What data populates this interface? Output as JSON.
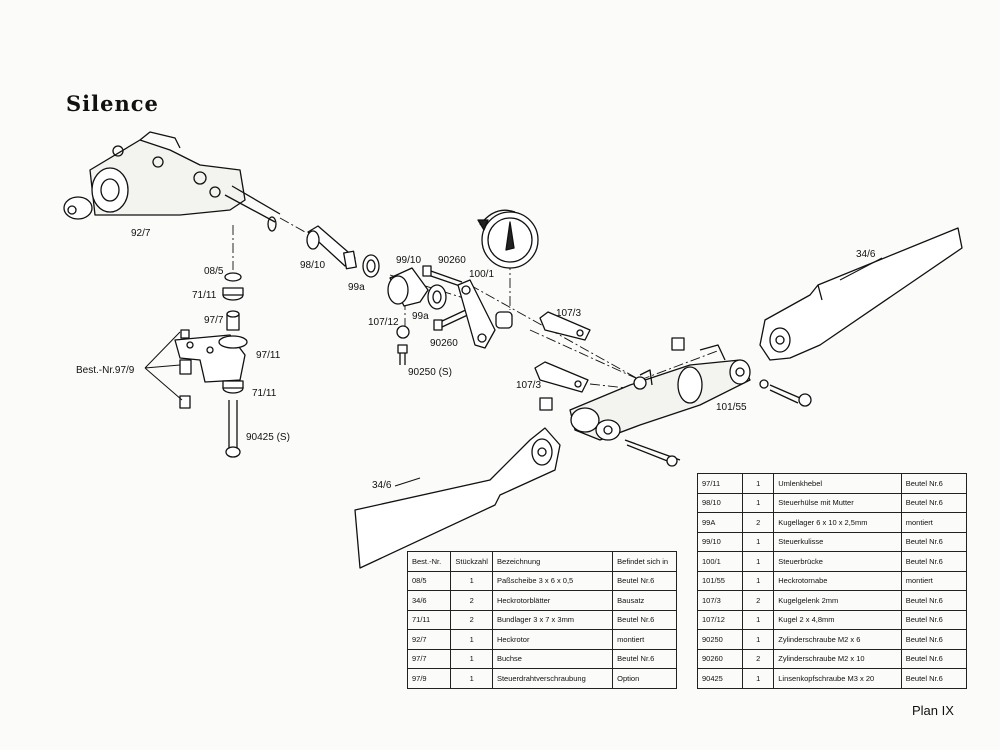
{
  "title": "Silence",
  "plan_label": "Plan IX",
  "labels": {
    "l_92_7": "92/7",
    "l_98_10": "98/10",
    "l_08_5": "08/5",
    "l_71_11a": "71/11",
    "l_97_7": "97/7",
    "l_97_11": "97/11",
    "l_71_11b": "71/11",
    "l_bestnr": "Best.-Nr.97/9",
    "l_90425": "90425 (S)",
    "l_99a_1": "99a",
    "l_99_10": "99/10",
    "l_90260a": "90260",
    "l_100_1": "100/1",
    "l_107_12": "107/12",
    "l_99a_2": "99a",
    "l_90260b": "90260",
    "l_90250": "90250 (S)",
    "l_107_3a": "107/3",
    "l_107_3b": "107/3",
    "l_34_6a": "34/6",
    "l_34_6b": "34/6",
    "l_101_55": "101/55"
  },
  "table_left": {
    "headers": [
      "Best.-Nr.",
      "Stückzahl",
      "Bezeichnung",
      "Befindet sich in"
    ],
    "rows": [
      [
        "08/5",
        "1",
        "Paßscheibe 3 x 6 x 0,5",
        "Beutel Nr.6"
      ],
      [
        "34/6",
        "2",
        "Heckrotorblätter",
        "Bausatz"
      ],
      [
        "71/11",
        "2",
        "Bundlager 3 x 7 x 3mm",
        "Beutel Nr.6"
      ],
      [
        "92/7",
        "1",
        "Heckrotor",
        "montiert"
      ],
      [
        "97/7",
        "1",
        "Buchse",
        "Beutel Nr.6"
      ],
      [
        "97/9",
        "1",
        "Steuerdrahtverschraubung",
        "Option"
      ]
    ]
  },
  "table_right": {
    "rows": [
      [
        "97/11",
        "1",
        "Umlenkhebel",
        "Beutel Nr.6"
      ],
      [
        "98/10",
        "1",
        "Steuerhülse mit Mutter",
        "Beutel Nr.6"
      ],
      [
        "99A",
        "2",
        "Kugellager 6 x 10 x 2,5mm",
        "montiert"
      ],
      [
        "99/10",
        "1",
        "Steuerkulisse",
        "Beutel Nr.6"
      ],
      [
        "100/1",
        "1",
        "Steuerbrücke",
        "Beutel Nr.6"
      ],
      [
        "101/55",
        "1",
        "Heckrotornabe",
        "montiert"
      ],
      [
        "107/3",
        "2",
        "Kugelgelenk 2mm",
        "Beutel Nr.6"
      ],
      [
        "107/12",
        "1",
        "Kugel 2 x 4,8mm",
        "Beutel Nr.6"
      ],
      [
        "90250",
        "1",
        "Zylinderschraube M2 x 6",
        "Beutel Nr.6"
      ],
      [
        "90260",
        "2",
        "Zylinderschraube M2 x 10",
        "Beutel Nr.6"
      ],
      [
        "90425",
        "1",
        "Linsenkopfschraube M3 x 20",
        "Beutel Nr.6"
      ]
    ]
  }
}
